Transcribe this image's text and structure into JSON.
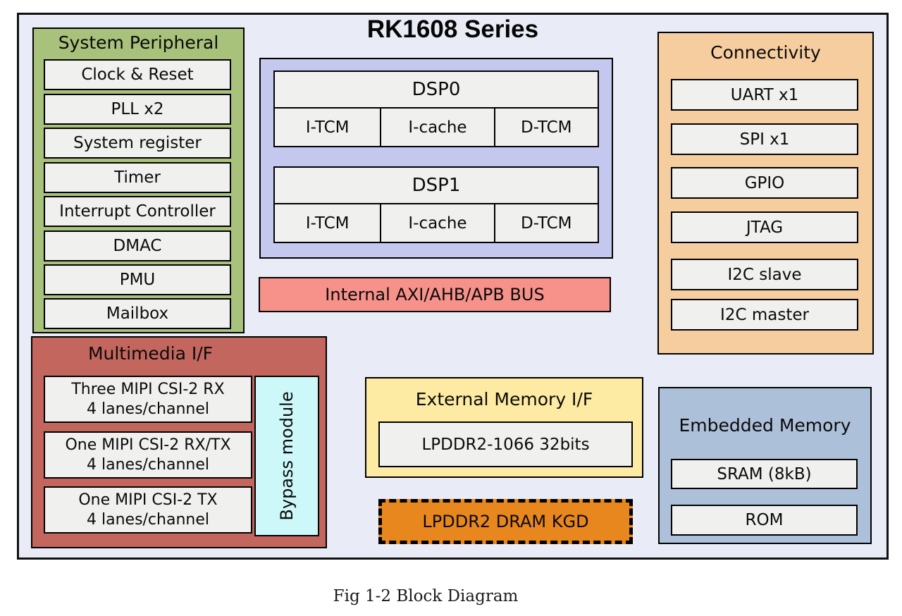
{
  "title": "RK1608 Series",
  "caption": "Fig 1-2 Block Diagram",
  "system_peripheral": {
    "label": "System Peripheral",
    "items": [
      "Clock & Reset",
      "PLL x2",
      "System register",
      "Timer",
      "Interrupt Controller",
      "DMAC",
      "PMU",
      "Mailbox"
    ]
  },
  "dsp": {
    "blocks": [
      {
        "label": "DSP0",
        "cells": [
          "I-TCM",
          "I-cache",
          "D-TCM"
        ]
      },
      {
        "label": "DSP1",
        "cells": [
          "I-TCM",
          "I-cache",
          "D-TCM"
        ]
      }
    ]
  },
  "bus": {
    "label": "Internal AXI/AHB/APB BUS"
  },
  "connectivity": {
    "label": "Connectivity",
    "items": [
      "UART x1",
      "SPI x1",
      "GPIO",
      "JTAG",
      "I2C slave",
      "I2C master"
    ]
  },
  "multimedia": {
    "label": "Multimedia I/F",
    "items": [
      {
        "line1": "Three MIPI CSI-2 RX",
        "line2": "4 lanes/channel"
      },
      {
        "line1": "One MIPI CSI-2 RX/TX",
        "line2": "4 lanes/channel"
      },
      {
        "line1": "One MIPI CSI-2 TX",
        "line2": "4 lanes/channel"
      }
    ],
    "bypass_label": "Bypass module"
  },
  "external_memory": {
    "label": "External Memory I/F",
    "items": [
      "LPDDR2-1066 32bits"
    ]
  },
  "dram_kgd": {
    "label": "LPDDR2 DRAM KGD"
  },
  "embedded_memory": {
    "label": "Embedded Memory",
    "items": [
      "SRAM (8kB)",
      "ROM"
    ]
  },
  "colors": {
    "canvas_bg": "#e9ecf6",
    "system_peripheral_bg": "#a8c17b",
    "dsp_bg": "#c5c8ee",
    "bus_bg": "#f7928a",
    "connectivity_bg": "#f6cd9f",
    "multimedia_bg": "#c3675e",
    "bypass_bg": "#cdf8f9",
    "external_memory_bg": "#fdeaa3",
    "dram_kgd_bg": "#e8871e",
    "embedded_memory_bg": "#adc0d9",
    "item_bg": "#f0f0ee",
    "border": "#000000"
  }
}
